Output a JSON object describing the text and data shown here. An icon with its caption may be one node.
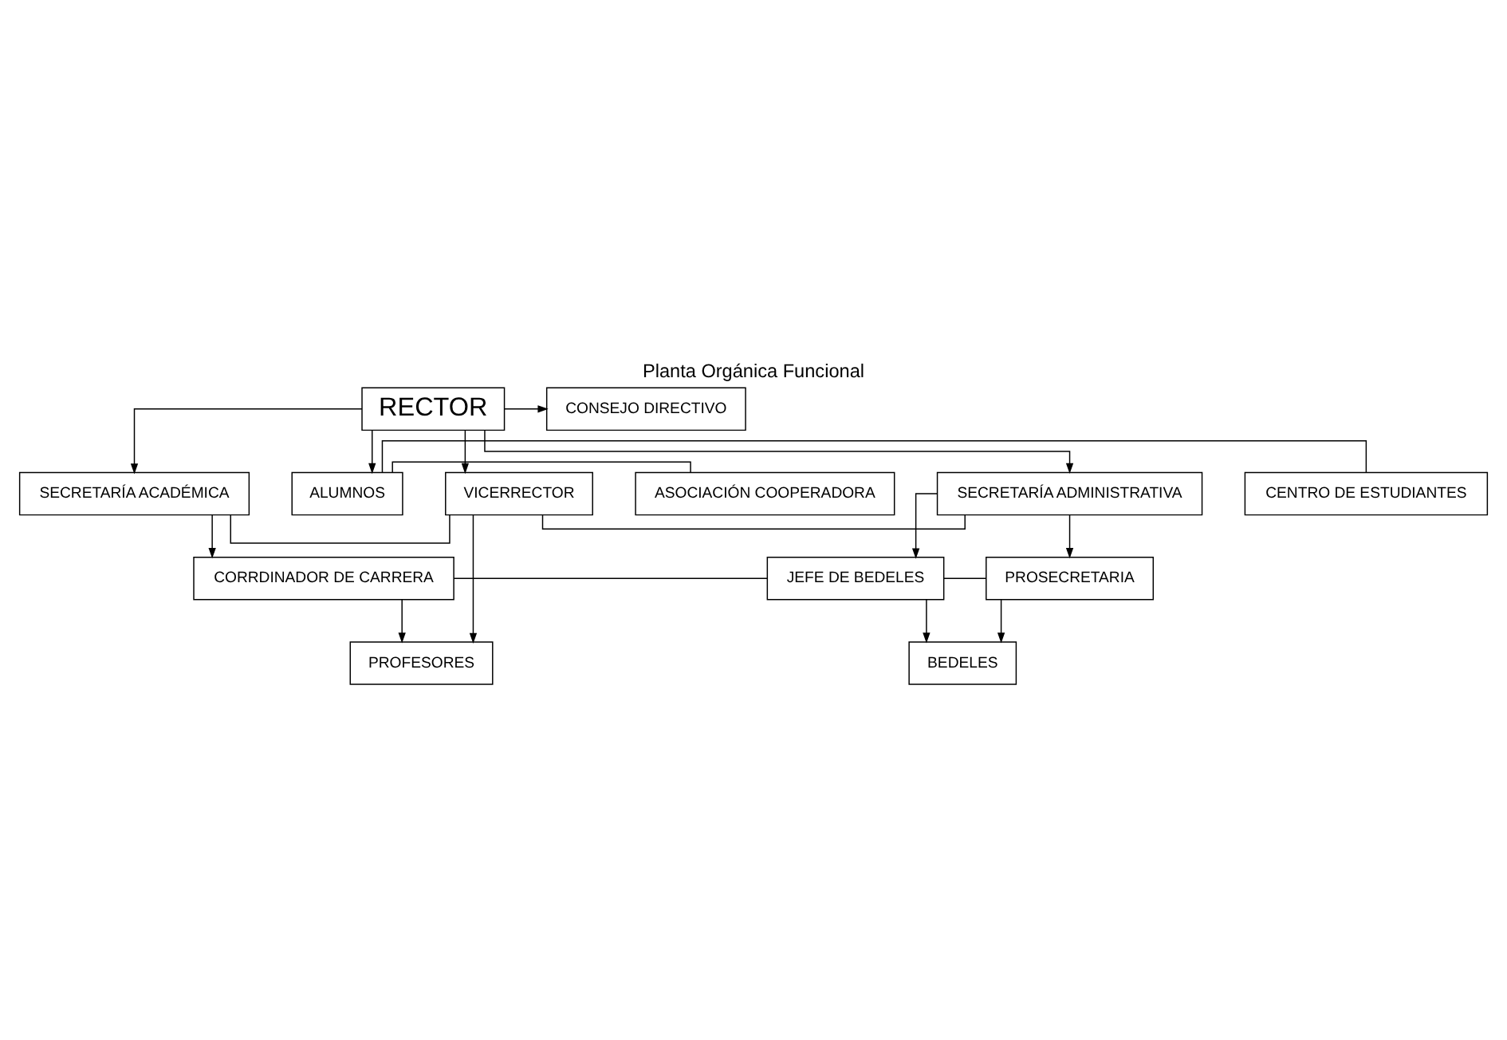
{
  "diagram": {
    "title": "Planta Orgánica Funcional",
    "nodes": [
      {
        "text": [
          "RECTOR"
        ]
      },
      {
        "text": [
          "CONSEJO DIRECTIVO"
        ]
      },
      {
        "text": [
          "SECRETARÍA ACADÉMICA"
        ]
      },
      {
        "text": [
          "VICERRECTOR"
        ]
      },
      {
        "text": [
          "SECRETARÍA ADMINISTRATIVA"
        ]
      },
      {
        "text": [
          "CORRDINADOR DE CARRERA"
        ]
      },
      {
        "text": [
          "JEFE DE BEDELES"
        ]
      },
      {
        "text": [
          "PROSECRETARIA"
        ]
      },
      {
        "text": [
          "PROFESORES"
        ]
      },
      {
        "text": [
          "BEDELES"
        ]
      },
      {
        "text": [
          "ASOCIACIÓN COOPERADORA"
        ]
      },
      {
        "text": [
          "ALUMNOS"
        ]
      },
      {
        "text": [
          "CENTRO DE ESTUDIANTES"
        ]
      }
    ],
    "edges": [
      {
        "from": 0,
        "to": 1,
        "arrow": "to"
      },
      {
        "from": 0,
        "to": 2,
        "arrow": "to"
      },
      {
        "from": 0,
        "to": 3,
        "arrow": "to"
      },
      {
        "from": 0,
        "to": 4,
        "arrow": "to"
      },
      {
        "from": 0,
        "to": 11,
        "arrow": "to"
      },
      {
        "from": 2,
        "to": 3,
        "arrow": "none"
      },
      {
        "from": 3,
        "to": 4,
        "arrow": "none"
      },
      {
        "from": 2,
        "to": 5,
        "arrow": "to"
      },
      {
        "from": 3,
        "to": 8,
        "arrow": "to"
      },
      {
        "from": 4,
        "to": 6,
        "arrow": "to"
      },
      {
        "from": 4,
        "to": 7,
        "arrow": "to"
      },
      {
        "from": 5,
        "to": 6,
        "arrow": "none"
      },
      {
        "from": 6,
        "to": 7,
        "arrow": "none"
      },
      {
        "from": 5,
        "to": 8,
        "arrow": "to"
      },
      {
        "from": 6,
        "to": 9,
        "arrow": "to"
      },
      {
        "from": 7,
        "to": 9,
        "arrow": "to"
      },
      {
        "from": 10,
        "to": 11,
        "arrow": "none"
      },
      {
        "from": 11,
        "to": 12,
        "arrow": "none"
      }
    ]
  }
}
